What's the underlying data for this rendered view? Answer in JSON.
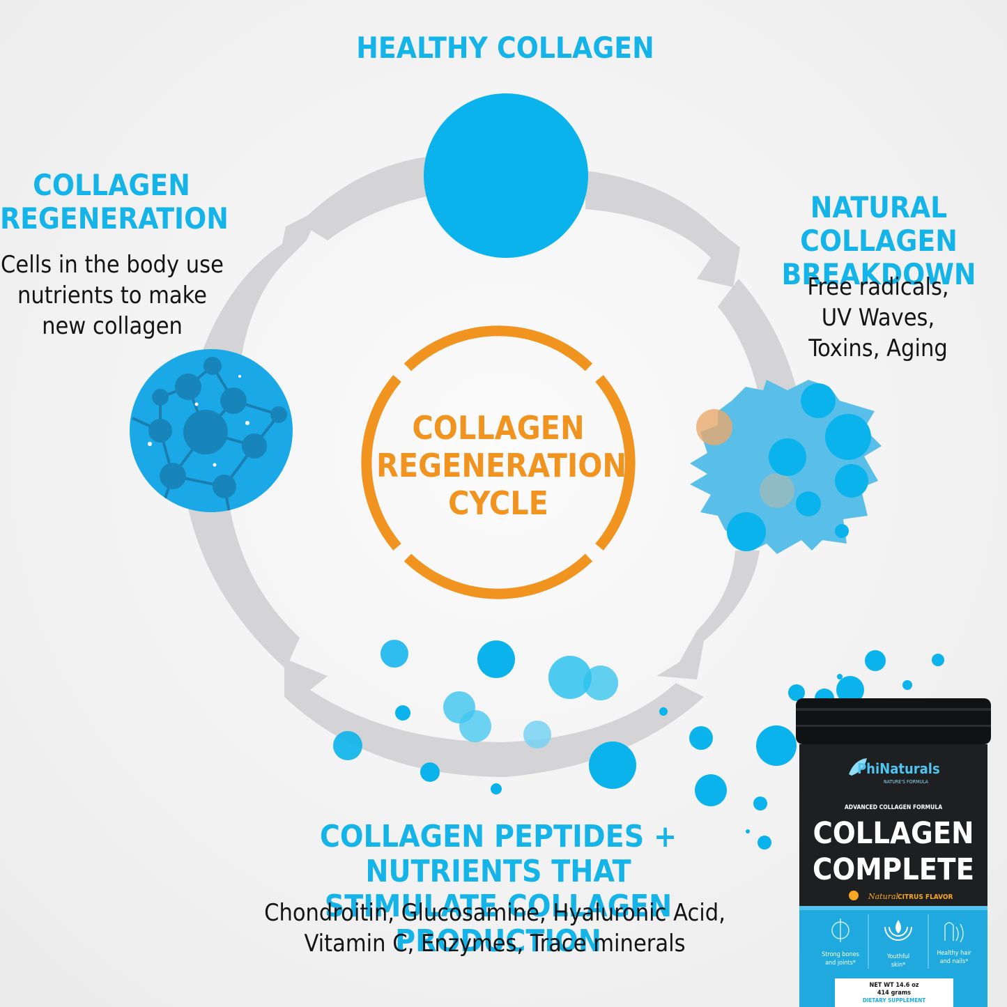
{
  "colors": {
    "accent_blue": "#14b3e8",
    "orange": "#f0941f",
    "arrow_gray": "#d4d4d6",
    "background": "#f3f3f3",
    "text_dark": "#141414",
    "jar_black": "#1e1f21"
  },
  "top_stage": {
    "title": "HEALTHY COLLAGEN"
  },
  "left_stage": {
    "title_line1": "COLLAGEN",
    "title_line2": "REGENERATION",
    "desc_line1": "Cells in the body use",
    "desc_line2": "nutrients to make",
    "desc_line3": "new collagen",
    "icon": "collagen-network-icon"
  },
  "right_stage": {
    "title_line1": "NATURAL COLLAGEN",
    "title_line2": "BREAKDOWN",
    "desc_line1": "Free radicals,",
    "desc_line2": "UV Waves,",
    "desc_line3": "Toxins, Aging",
    "icon": "damaged-collagen-icon"
  },
  "bottom_stage": {
    "title_line1": "COLLAGEN PEPTIDES + NUTRIENTS THAT",
    "title_line2": "STIMULATE COLLAGEN PRODUCTION",
    "desc_line1": "Chondroitin, Glucosamine, Hyaluronic Acid,",
    "desc_line2": "Vitamin C, Enzymes, Trace minerals"
  },
  "center": {
    "line1": "COLLAGEN",
    "line2": "REGENERATION",
    "line3": "CYCLE"
  },
  "product": {
    "brand": "PhiNaturals",
    "brand_tagline": "NATURE'S FORMULA",
    "formula_label": "ADVANCED COLLAGEN FORMULA",
    "name_line1": "COLLAGEN",
    "name_line2": "COMPLETE",
    "flavor_prefix": "Natural",
    "flavor": "CITRUS FLAVOR",
    "benefit1_line1": "Strong bones",
    "benefit1_line2": "and joints*",
    "benefit2_line1": "Youthful",
    "benefit2_line2": "skin*",
    "benefit3_line1": "Healthy hair",
    "benefit3_line2": "and nails*",
    "net_weight": "NET WT 14.6 oz",
    "grams": "414 grams",
    "supplement_label": "DIETARY SUPPLEMENT"
  }
}
